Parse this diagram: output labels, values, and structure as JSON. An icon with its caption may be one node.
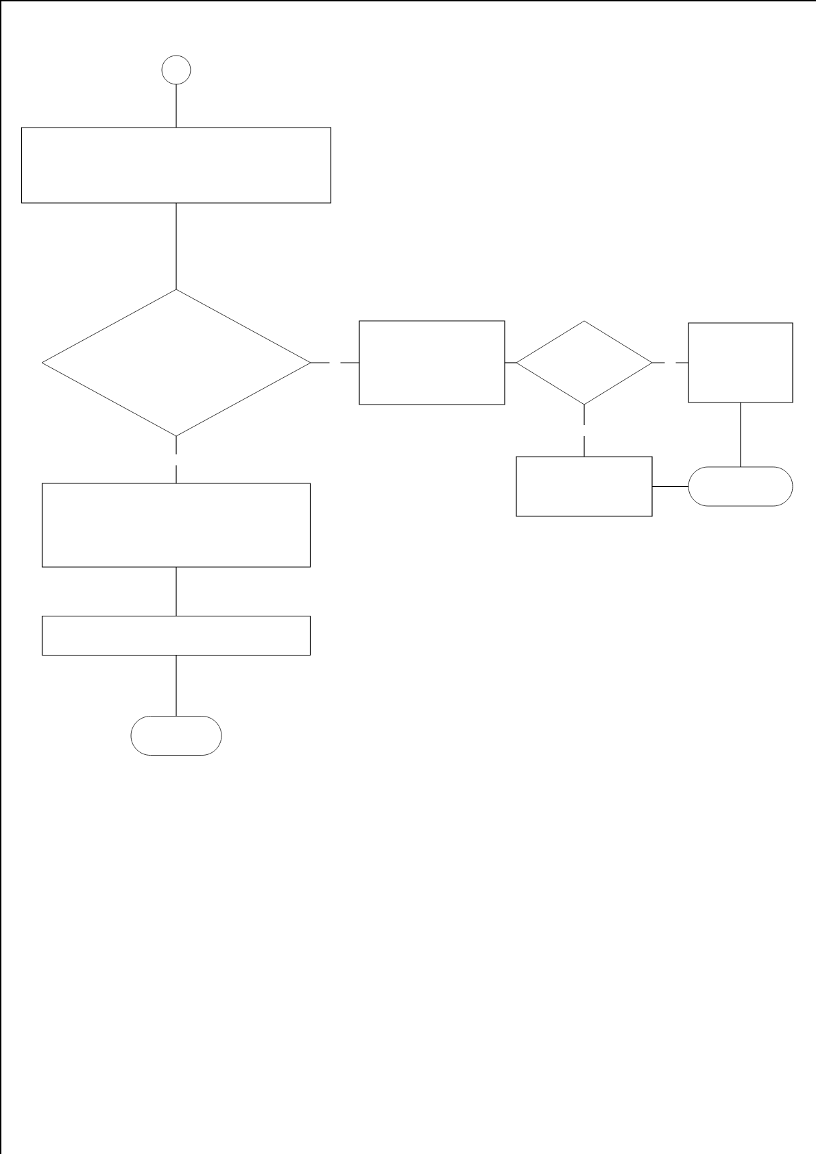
{
  "diagram": {
    "nodes": [
      {
        "text": [],
        "shape": "circle"
      },
      {
        "text": [],
        "shape": "box"
      },
      {
        "text": [],
        "shape": "diamond"
      },
      {
        "text": [],
        "shape": "box"
      },
      {
        "text": [],
        "shape": "diamond"
      },
      {
        "text": [],
        "shape": "box"
      },
      {
        "text": [],
        "shape": "box"
      },
      {
        "text": [],
        "shape": "oval"
      },
      {
        "text": [],
        "shape": "box"
      },
      {
        "text": [],
        "shape": "box"
      },
      {
        "text": [],
        "shape": "oval"
      }
    ],
    "edges": [
      {
        "from": 0,
        "to": 1,
        "arrow": "none"
      },
      {
        "from": 1,
        "to": 2,
        "arrow": "none"
      },
      {
        "from": 2,
        "to": 3,
        "arrow": "none",
        "style": "dashed"
      },
      {
        "from": 3,
        "to": 4,
        "arrow": "none"
      },
      {
        "from": 4,
        "to": 5,
        "arrow": "none",
        "style": "dashed"
      },
      {
        "from": 4,
        "to": 6,
        "arrow": "none",
        "style": "dashed"
      },
      {
        "from": 5,
        "to": 7,
        "arrow": "none"
      },
      {
        "from": 6,
        "to": 7,
        "arrow": "none"
      },
      {
        "from": 2,
        "to": 8,
        "arrow": "none",
        "style": "dashed"
      },
      {
        "from": 8,
        "to": 9,
        "arrow": "none"
      },
      {
        "from": 9,
        "to": 10,
        "arrow": "none"
      }
    ]
  }
}
